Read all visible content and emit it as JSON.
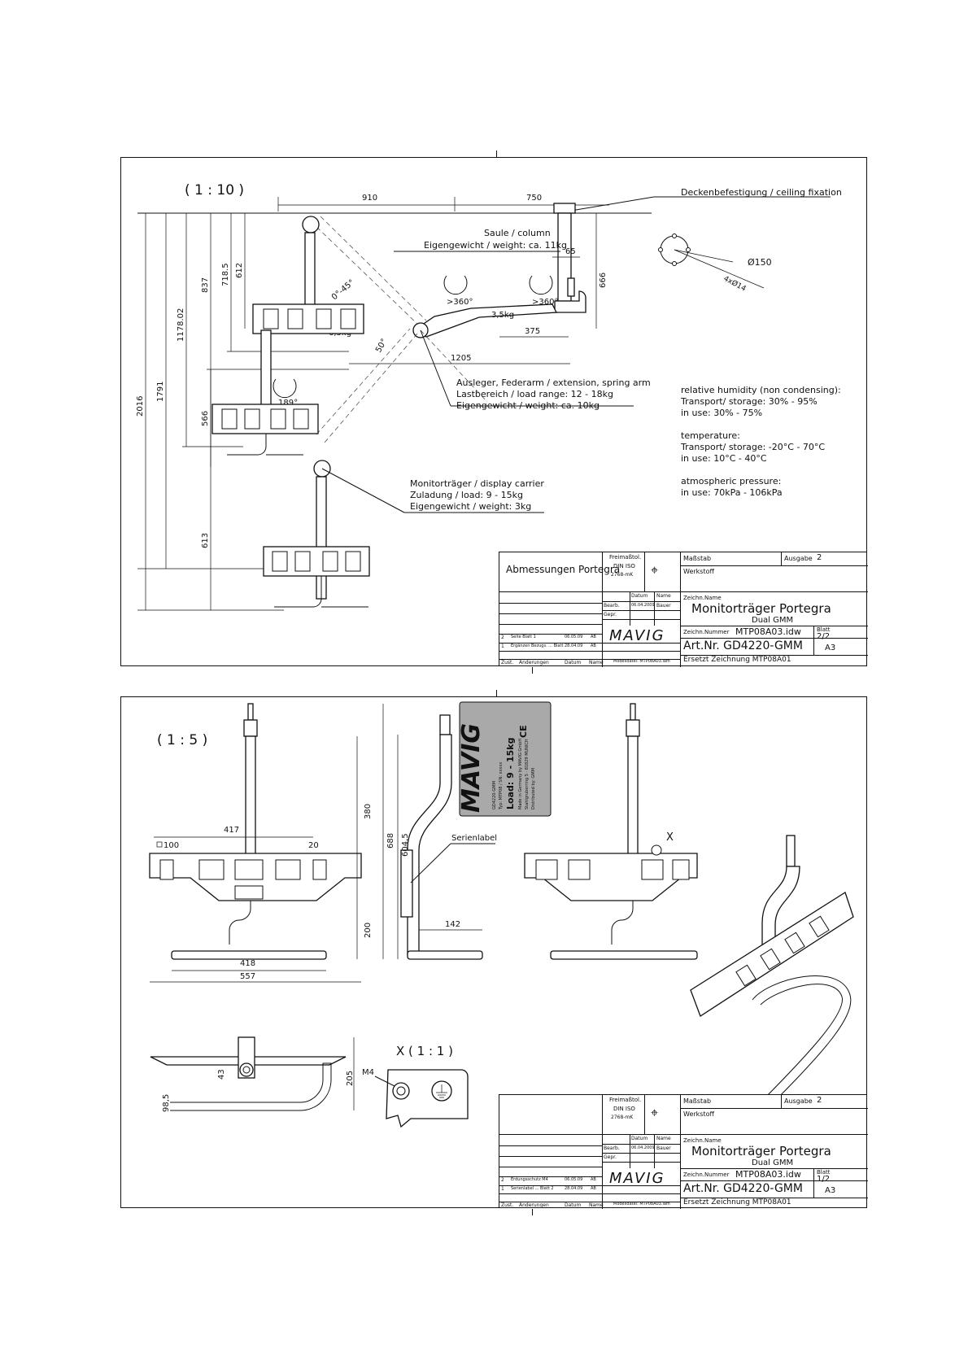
{
  "sheet1": {
    "scale": "( 1 : 10 )",
    "dimensions": [
      "910",
      "750",
      "65",
      "666",
      "612",
      "718.5",
      "837",
      "1178.02",
      "1791",
      "2016",
      "566",
      "613",
      "375",
      "1205",
      "3,5kg",
      "6,5kg"
    ],
    "angles": [
      "0°-45°",
      "50°",
      "189°",
      ">360°",
      ">360°",
      "Ø150",
      "4xØ14"
    ],
    "labels": {
      "ceiling": "Deckenbefestigung / ceiling fixation",
      "column": "Saule / column",
      "column_weight": "Eigengewicht / weight:  ca. 11kg",
      "arm_1": "Ausleger, Federarm / extension, spring arm",
      "arm_2": "Lastbereich / load range: 12 - 18kg",
      "arm_3": "Eigengewicht / weight: ca. 10kg",
      "carrier_1": "Monitorträger / display carrier",
      "carrier_2": "Zuladung / load: 9 - 15kg",
      "carrier_3": "Eigengewicht / weight: 3kg"
    },
    "specs": [
      "relative humidity (non condensing):",
      "Transport/ storage: 30% - 95%",
      "in use: 30% - 75%",
      "",
      "temperature:",
      "Transport/ storage: -20°C - 70°C",
      "in use: 10°C - 40°C",
      "",
      "atmospheric pressure:",
      "in use: 70kPa - 106kPa"
    ],
    "titleblock": {
      "title_left": "Abmessungen Portegra",
      "tolerance": [
        "Freimaßtol.",
        "DIN ISO",
        "2768-mK"
      ],
      "massstab": "Maßstab",
      "ausgabe_label": "Ausgabe",
      "ausgabe": "2",
      "werkstoff": "Werkstoff",
      "datum": "Datum",
      "name": "Name",
      "bearb": "Bearb.",
      "bearb_date": "06.04.2009",
      "bearb_name": "Bauer",
      "gepr": "Gepr.",
      "zeichn_name": "Zeichn.Name",
      "title": "Monitorträger Portegra",
      "subtitle": "Dual GMM",
      "zeichn_nummer_label": "Zeichn.Nummer",
      "zeichn_nummer": "MTP08A03.idw",
      "blatt_label": "Blatt",
      "blatt": "2/2",
      "artnr": "Art.Nr. GD4220-GMM",
      "format": "A3",
      "ersetzt": "Ersetzt Zeichnung  MTP08A01",
      "logo": "MAVIG",
      "rev": [
        {
          "z": "2",
          "text": "Seite Blatt 1",
          "date": "06.05.09",
          "name": "AB"
        },
        {
          "z": "1",
          "text": "Ergänzen Bezugs. ... Blatt",
          "date": "28.04.09",
          "name": "AB"
        }
      ],
      "rev_header": [
        "Zust.",
        "Änderungen",
        "Datum",
        "Name"
      ],
      "file": "Modelldatei: MTP08A03.iam"
    }
  },
  "sheet2": {
    "scale": "( 1 : 5 )",
    "dimensions": [
      "417",
      "100",
      "20",
      "380",
      "688",
      "604,5",
      "200",
      "142",
      "418",
      "557",
      "43",
      "98,5",
      "205"
    ],
    "labels": {
      "serienlabel": "Serienlabel",
      "x_marker": "X",
      "detail": "X  ( 1 : 1 )",
      "m4": "M4"
    },
    "label_plate": {
      "brand": "MAVIG",
      "ce": "CE",
      "lines": [
        "GD4220-GMM",
        "Typ: MTP08 / SN: xxxxx",
        "Load: 9 - 15kg",
        "Made in Germany by MAVIG GmbH",
        "Stahlgruberring 5 · 81829 MUNICH",
        "Distributed by: GMM"
      ]
    },
    "titleblock": {
      "tolerance": [
        "Freimaßtol.",
        "DIN ISO",
        "2768-mK"
      ],
      "massstab": "Maßstab",
      "ausgabe_label": "Ausgabe",
      "ausgabe": "2",
      "werkstoff": "Werkstoff",
      "datum": "Datum",
      "name": "Name",
      "bearb": "Bearb.",
      "bearb_date": "06.04.2009",
      "bearb_name": "Bauer",
      "gepr": "Gepr.",
      "zeichn_name": "Zeichn.Name",
      "title": "Monitorträger Portegra",
      "subtitle": "Dual GMM",
      "zeichn_nummer_label": "Zeichn.Nummer",
      "zeichn_nummer": "MTP08A03.idw",
      "blatt_label": "Blatt",
      "blatt": "1/2",
      "artnr": "Art.Nr. GD4220-GMM",
      "format": "A3",
      "ersetzt": "Ersetzt Zeichnung  MTP08A01",
      "logo": "MAVIG",
      "rev": [
        {
          "z": "2",
          "text": "Erdungsschutz M4",
          "date": "06.05.09",
          "name": "AB"
        },
        {
          "z": "1",
          "text": "Serienlabel ... Blatt 2",
          "date": "28.04.09",
          "name": "AB"
        }
      ],
      "rev_header": [
        "Zust.",
        "Änderungen",
        "Datum",
        "Name"
      ],
      "file": "Modelldatei: MTP08A03.iam"
    }
  }
}
